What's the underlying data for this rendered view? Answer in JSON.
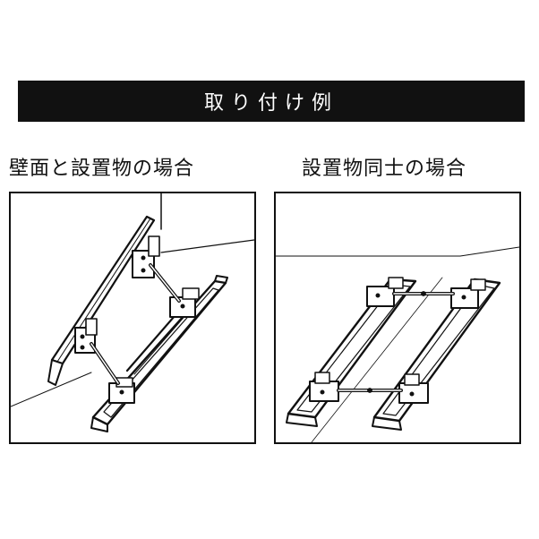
{
  "banner": {
    "title": "取り付け例"
  },
  "examples": [
    {
      "caption": "壁面と設置物の場合"
    },
    {
      "caption": "設置物同士の場合"
    }
  ]
}
